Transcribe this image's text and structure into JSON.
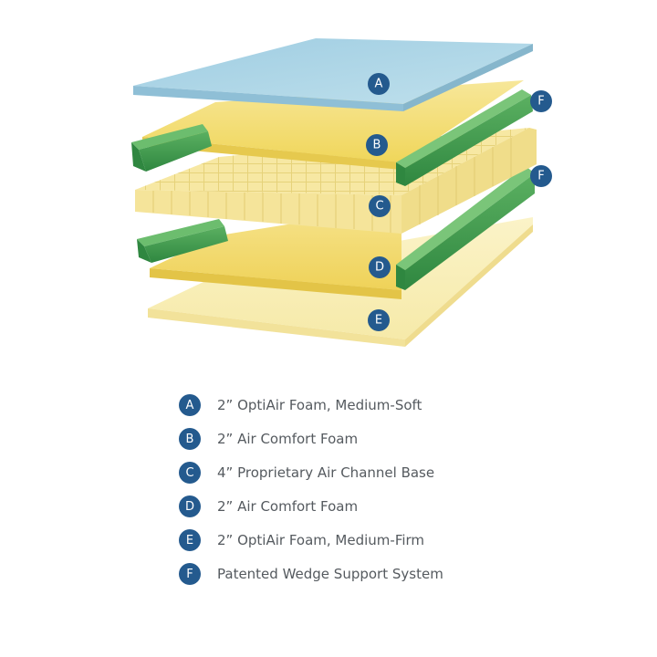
{
  "colors": {
    "badge": "#245a8e",
    "layer_a": "#a9d3e4",
    "layer_b": "#f3dc6a",
    "layer_c": "#f7e9a6",
    "layer_d": "#f1d663",
    "layer_e": "#f8efb9",
    "wedge": "#3f9a4c",
    "legend_text": "#555a5f"
  },
  "diagram": {
    "badges": {
      "a": "A",
      "b": "B",
      "c": "C",
      "d": "D",
      "e": "E",
      "f1": "F",
      "f2": "F"
    }
  },
  "legend": [
    {
      "letter": "A",
      "label": "2” OptiAir Foam, Medium-Soft"
    },
    {
      "letter": "B",
      "label": "2” Air Comfort Foam"
    },
    {
      "letter": "C",
      "label": "4” Proprietary Air Channel Base"
    },
    {
      "letter": "D",
      "label": "2” Air Comfort Foam"
    },
    {
      "letter": "E",
      "label": "2” OptiAir Foam, Medium-Firm"
    },
    {
      "letter": "F",
      "label": "Patented Wedge Support System"
    }
  ]
}
